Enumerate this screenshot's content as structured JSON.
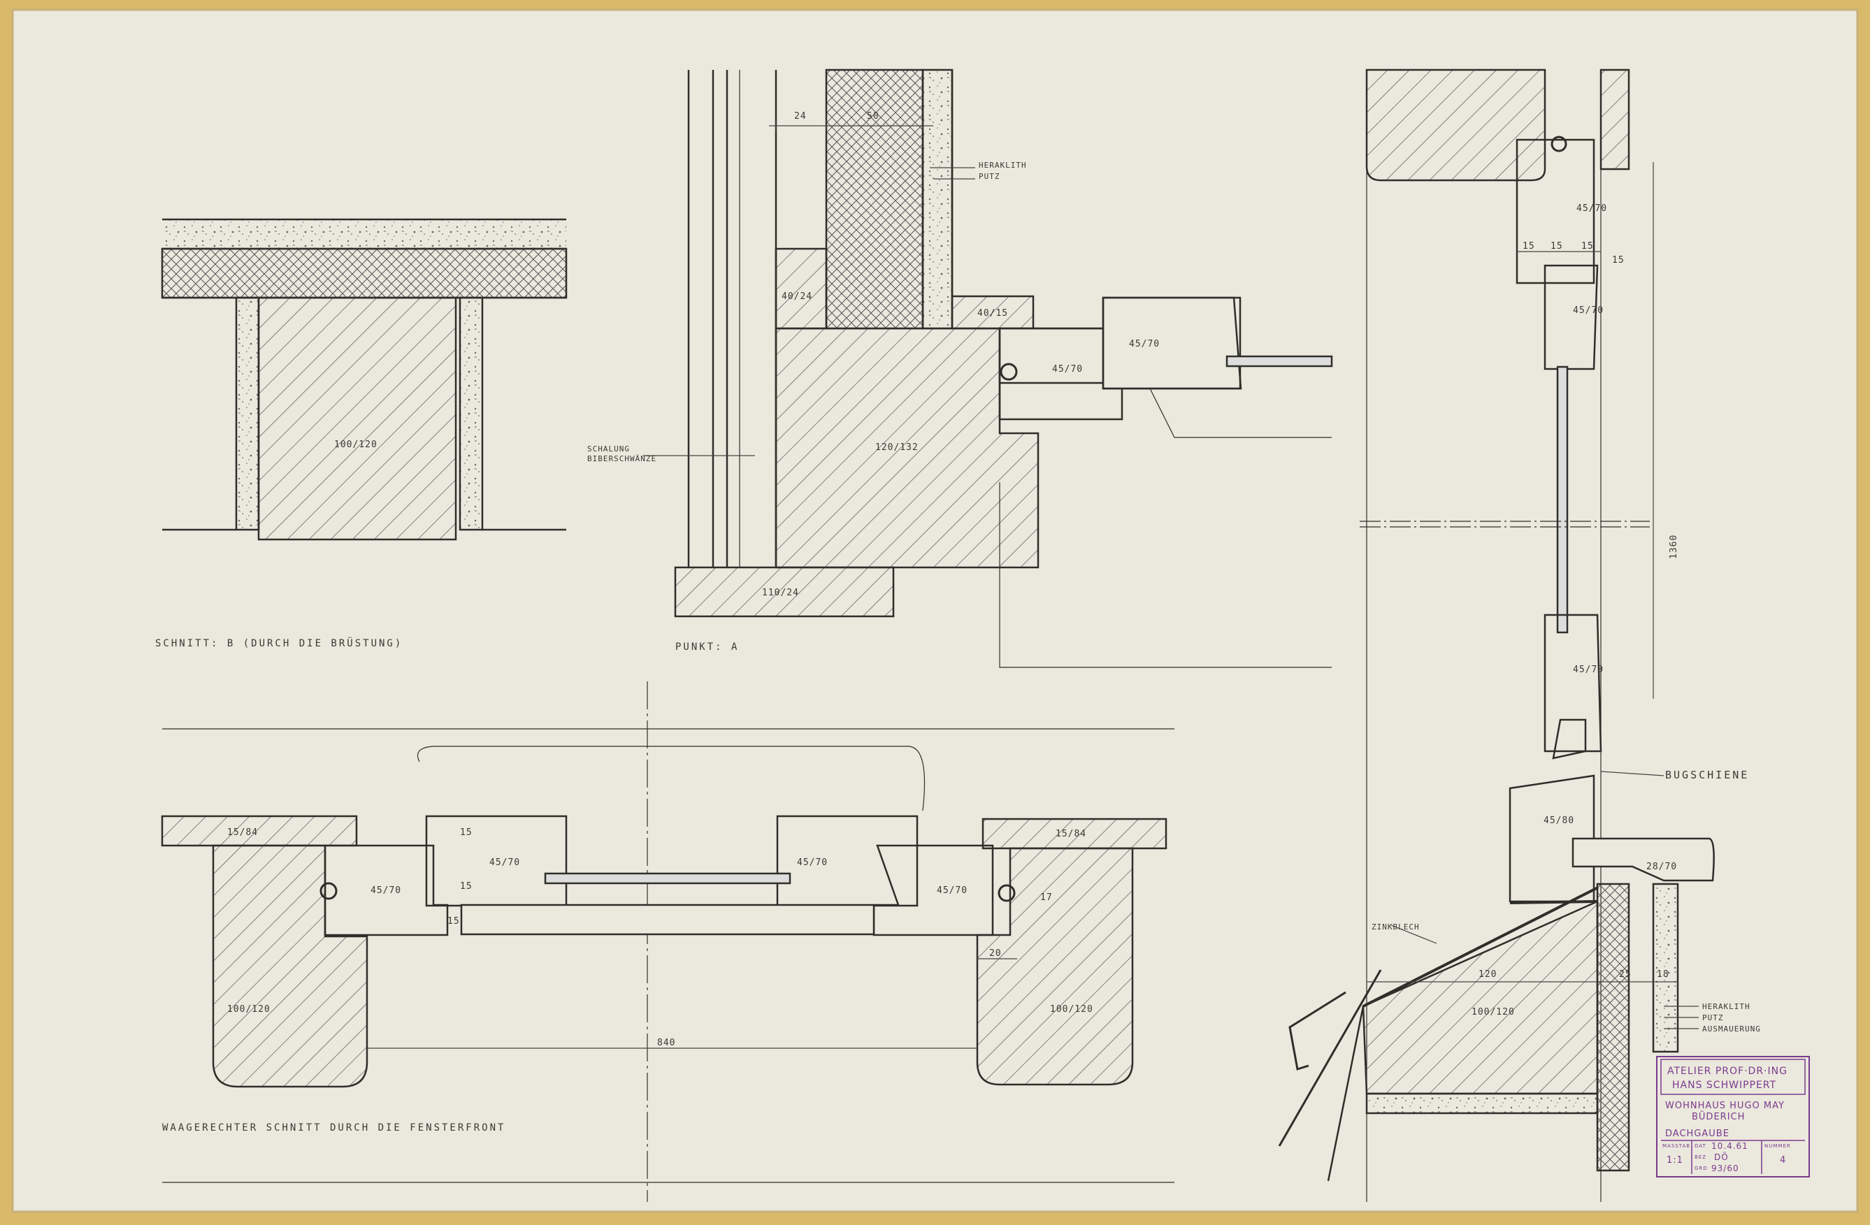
{
  "colors": {
    "paper": "#ebe8dd",
    "tape": "#d9b96a",
    "ink": "#3a3a36",
    "stamp": "#7a3a8e"
  },
  "captions": {
    "section_b": "SCHNITT: B  (DURCH DIE BRÜSTUNG)",
    "point_a": "PUNKT: A",
    "horizontal": "WAAGERECHTER SCHNITT DURCH DIE FENSTERFRONT"
  },
  "section_b": {
    "beam": "100/120"
  },
  "point_a": {
    "dims_top": [
      "24",
      "50"
    ],
    "labels_right": [
      "HERAKLITH",
      "PUTZ"
    ],
    "labels_left": [
      "SCHALUNG",
      "BIBERSCHWÄNZE"
    ],
    "parts": [
      "40/24",
      "40/15",
      "45/70",
      "45/70",
      "120/132",
      "110/24"
    ]
  },
  "horizontal_section": {
    "boards": [
      "15/84",
      "15/84"
    ],
    "frames": [
      "45/70",
      "45/70",
      "45/70",
      "45/70"
    ],
    "small_dims": [
      "15",
      "15",
      "15",
      "20",
      "17"
    ],
    "posts": [
      "100/120",
      "100/120"
    ],
    "span": "840"
  },
  "vertical_section": {
    "frames": [
      "45/70",
      "45/70",
      "45/70",
      "45/80"
    ],
    "dims_15": [
      "15",
      "15",
      "15",
      "15"
    ],
    "height": "1360",
    "bugschiene": "BUGSCHIENE",
    "sill": "28/70",
    "zinkblech": "ZINKBLECH",
    "dim_120": "120",
    "dim_25": "25",
    "dim_18": "18",
    "beam": "100/120",
    "labels_right": [
      "HERAKLITH",
      "PUTZ",
      "AUSMAUERUNG"
    ]
  },
  "title_block": {
    "stamp_line1": "ATELIER PROF·DR·ING",
    "stamp_line2": "HANS SCHWIPPERT",
    "project": "WOHNHAUS HUGO MAY",
    "location": "BÜDERICH",
    "subject": "DACHGAUBE",
    "massstab_label": "MASSTAB",
    "massstab": "1:1",
    "dat_label": "DAT",
    "dat": "10.4.61",
    "bez_label": "BEZ",
    "bez": "DÖ",
    "gpd_label": "GRD",
    "gpd": "93/60",
    "nummer_label": "NUMMER",
    "nummer": "4"
  }
}
